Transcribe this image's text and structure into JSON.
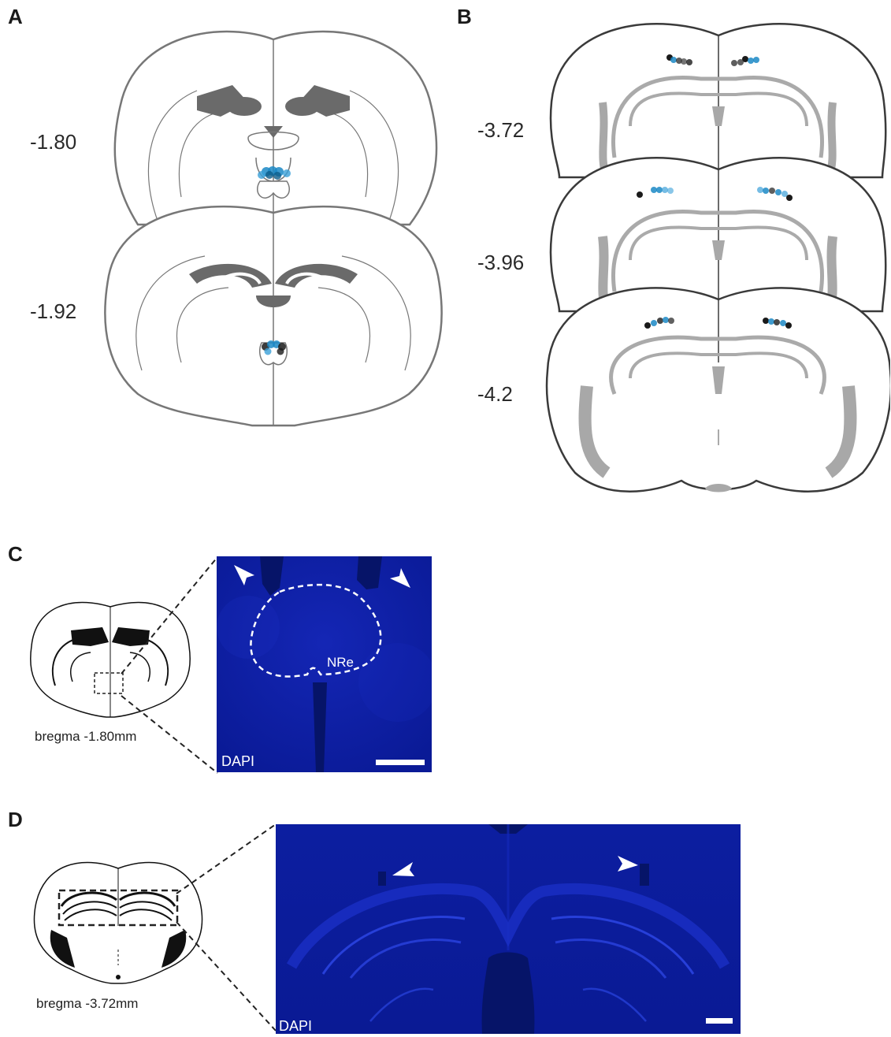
{
  "panels": {
    "a": {
      "letter": "A",
      "levels": [
        "-1.80",
        "-1.92"
      ]
    },
    "b": {
      "letter": "B",
      "levels": [
        "-3.72",
        "-3.96",
        "-4.2"
      ]
    },
    "c": {
      "letter": "C",
      "caption": "bregma -1.80mm",
      "stain": "DAPI",
      "region": "NRe"
    },
    "d": {
      "letter": "D",
      "caption": "bregma -3.72mm",
      "stain": "DAPI"
    }
  },
  "colors": {
    "outline_gray": "#777777",
    "outline_dark": "#3a3a3a",
    "fill_dark_gray": "#6a6a6a",
    "fill_light_gray": "#a8a8a8",
    "marker_blue": "#1b88c6",
    "marker_black": "#1a1a1a",
    "dapi_blue": "#0b1ea8"
  },
  "icons": [
    "arrowhead-icon"
  ]
}
